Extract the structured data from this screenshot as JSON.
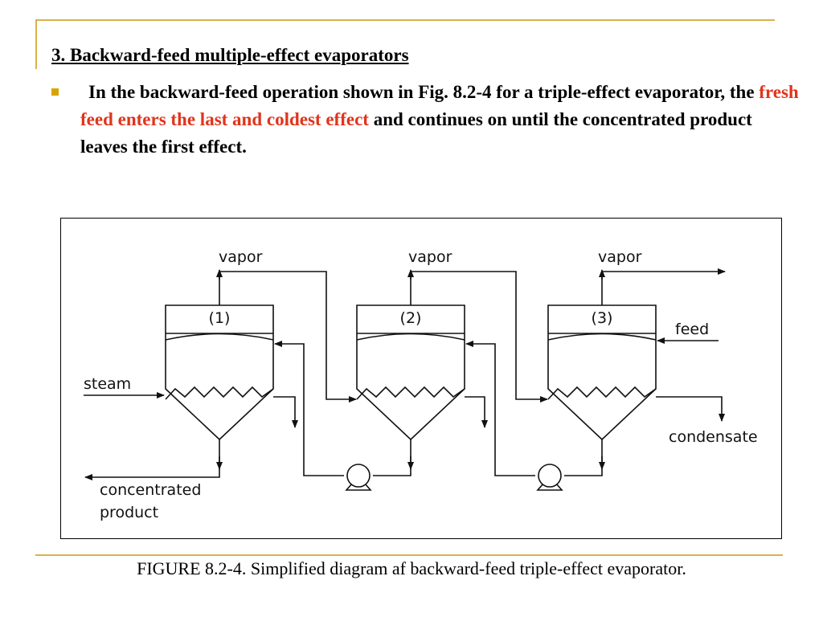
{
  "slide": {
    "heading": "3. Backward-feed multiple-effect evaporators",
    "bullet": {
      "text_before": "In the backward-feed operation shown in Fig. 8.2-4 for a triple-effect evaporator, the ",
      "highlight": "fresh feed enters the last and coldest effect",
      "text_after": " and continues on until the concentrated product leaves the first effect."
    },
    "caption": "FIGURE 8.2-4. Simplified diagram af backward-feed triple-effect evaporator.",
    "colors": {
      "accent_rule": "#d9b24a",
      "bullet_marker": "#d9a400",
      "highlight_text": "#e0341c"
    }
  },
  "diagram": {
    "effect_labels": [
      "(1)",
      "(2)",
      "(3)"
    ],
    "vapor_labels": [
      "vapor",
      "vapor",
      "vapor"
    ],
    "steam_label": "steam",
    "feed_label": "feed",
    "condensate_label": "condensate",
    "product_label_line1": "concentrated",
    "product_label_line2": "product",
    "pump_icon": "pump-icon"
  }
}
